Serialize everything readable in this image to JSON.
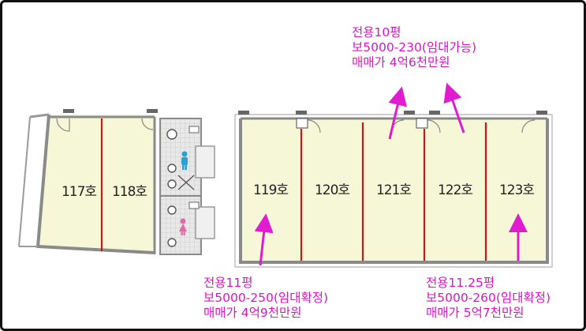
{
  "units": [
    {
      "id": "u117",
      "label": "117호"
    },
    {
      "id": "u118",
      "label": "118호"
    },
    {
      "id": "u119",
      "label": "119호"
    },
    {
      "id": "u120",
      "label": "120호"
    },
    {
      "id": "u121",
      "label": "121호"
    },
    {
      "id": "u122",
      "label": "122호"
    },
    {
      "id": "u123",
      "label": "123호"
    }
  ],
  "notes": {
    "top": {
      "line1": "전용10평",
      "line2": "보5000-230(임대가능)",
      "line3": "매매가 4억6천만원"
    },
    "bottom_left": {
      "line1": "전용11평",
      "line2": "보5000-250(임대확정)",
      "line3": "매매가 4억9천만원"
    },
    "bottom_right": {
      "line1": "전용11.25평",
      "line2": "보5000-260(임대확정)",
      "line3": "매매가 5억7천만원"
    }
  },
  "colors": {
    "accent": "#e01bd0",
    "unit_fill": "#f6f7d6",
    "divider": "#c21b1b",
    "wall": "#8a8a8a"
  },
  "icons": [
    "male-restroom-icon",
    "female-restroom-icon",
    "door-swing-icon",
    "pillar-icon"
  ]
}
